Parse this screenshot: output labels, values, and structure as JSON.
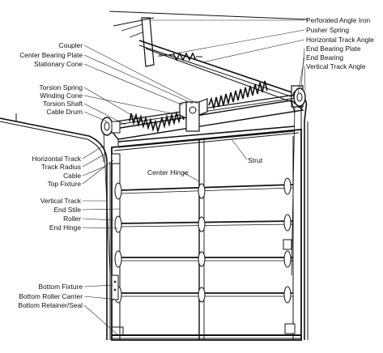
{
  "labels": {
    "perforated_angle_iron": "Perforated Angle Iron",
    "pusher_spring": "Pusher Spring",
    "horizontal_track_angle": "Horizontal Track Angle",
    "end_bearing_plate": "End Bearing Plate",
    "end_bearing": "End Bearing",
    "vertical_track_angle": "Vertical Track Angle",
    "coupler": "Coupler",
    "center_bearing_plate": "Center Bearing Plate",
    "stationary_cone": "Stationary Cone",
    "torsion_spring": "Torsion Spring",
    "winding_cone": "Winding Cone",
    "torsion_shaft": "Torsion Shaft",
    "cable_drum": "Cable Drum",
    "strut": "Strut",
    "center_hinge": "Center Hinge",
    "horizontal_track": "Horizontal Track",
    "track_radius": "Track Radius",
    "cable": "Cable",
    "top_fixture": "Top Fixture",
    "vertical_track": "Vertical Track",
    "end_stile": "End Stile",
    "roller": "Roller",
    "end_hinge": "End Hinge",
    "bottom_fixture": "Bottom Fixture",
    "bottom_roller_carrier": "Bottom Roller Carrier",
    "bottom_retainer_seal": "Bottom Retainer/Seal"
  },
  "colors": {
    "line": "#111111",
    "background": "#ffffff"
  }
}
